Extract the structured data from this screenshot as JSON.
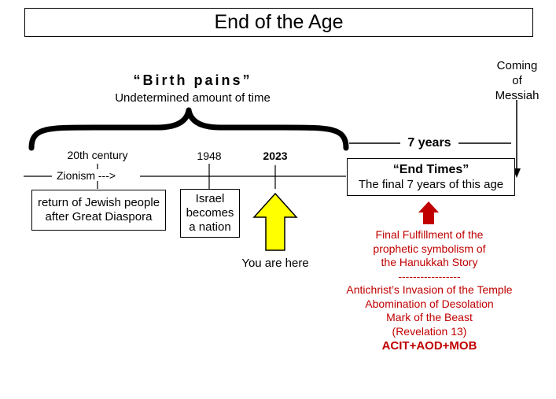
{
  "title": "End of the Age",
  "birth_pains": {
    "heading": "“Birth pains”",
    "subtitle": "Undetermined amount of time"
  },
  "coming_of_messiah": [
    "Coming",
    "of",
    "Messiah"
  ],
  "seven_years_label": "7 years",
  "timeline": {
    "twentieth_century": "20th century",
    "zionism": "Zionism --->",
    "return_box": [
      "return of Jewish people",
      "after Great Diaspora"
    ],
    "year_1948": "1948",
    "israel_box": [
      "Israel",
      "becomes",
      "a nation"
    ],
    "year_2023": "2023",
    "you_are_here": "You are here"
  },
  "end_times": {
    "heading": "“End Times”",
    "subtitle": "The final 7 years of this age"
  },
  "fulfillment": {
    "lines": [
      "Final Fulfillment of the",
      "prophetic symbolism of",
      "the Hanukkah Story",
      "-----------------",
      "Antichrist’s Invasion of the Temple",
      "Abomination of Desolation",
      "Mark of the Beast",
      "(Revelation 13)"
    ],
    "acronym": "ACIT+AOD+MOB"
  },
  "colors": {
    "yellow_arrow": "#ffff00",
    "red_arrow": "#c00000",
    "red_text": "#c00000"
  }
}
